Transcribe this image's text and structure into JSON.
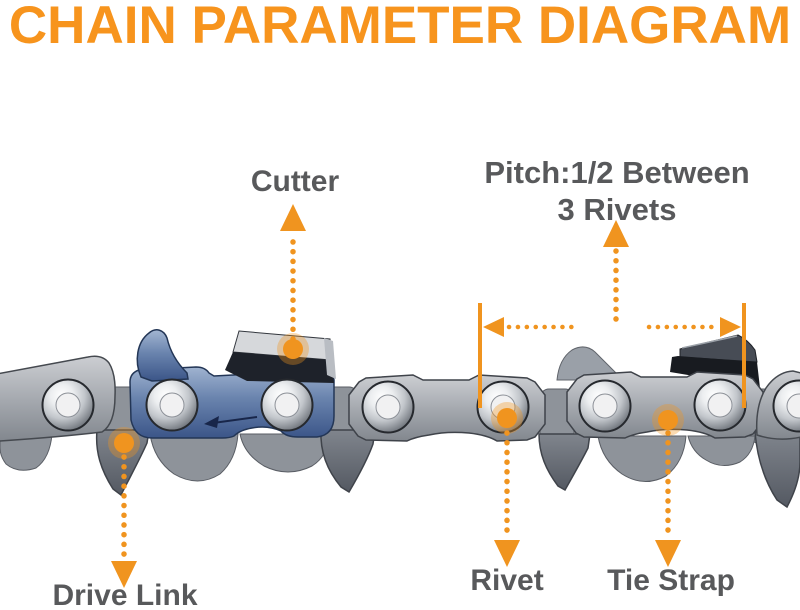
{
  "title": "CHAIN PARAMETER DIAGRAM",
  "labels": {
    "cutter": "Cutter",
    "pitch_line1": "Pitch:1/2 Between",
    "pitch_line2": "3 Rivets",
    "drive_link": "Drive Link",
    "rivet": "Rivet",
    "tie_strap": "Tie Strap"
  },
  "diagram": {
    "subject": "chainsaw chain segment photo with annotated parts",
    "pitch_value": "1/2",
    "pitch_measured_between": "3 Rivets",
    "visible_rivet_count": 8,
    "callouts": [
      {
        "label": "Cutter",
        "arrow_direction": "up",
        "points_from": "cutter top plate"
      },
      {
        "label": "Pitch:1/2 Between 3 Rivets",
        "arrow_direction": "up",
        "points_from": "dimension line spanning 3 rivets"
      },
      {
        "label": "Drive Link",
        "arrow_direction": "down",
        "points_from": "drive link tang"
      },
      {
        "label": "Rivet",
        "arrow_direction": "down",
        "points_from": "rivet"
      },
      {
        "label": "Tie Strap",
        "arrow_direction": "down",
        "points_from": "tie strap plate"
      }
    ]
  },
  "colors": {
    "title_orange": "#F7941D",
    "callout_orange": "#F0941F",
    "label_gray": "#58595B",
    "background": "#FFFFFF",
    "cutter_blue": "#6A84AE",
    "steel_gray": "#A6AAB0"
  }
}
